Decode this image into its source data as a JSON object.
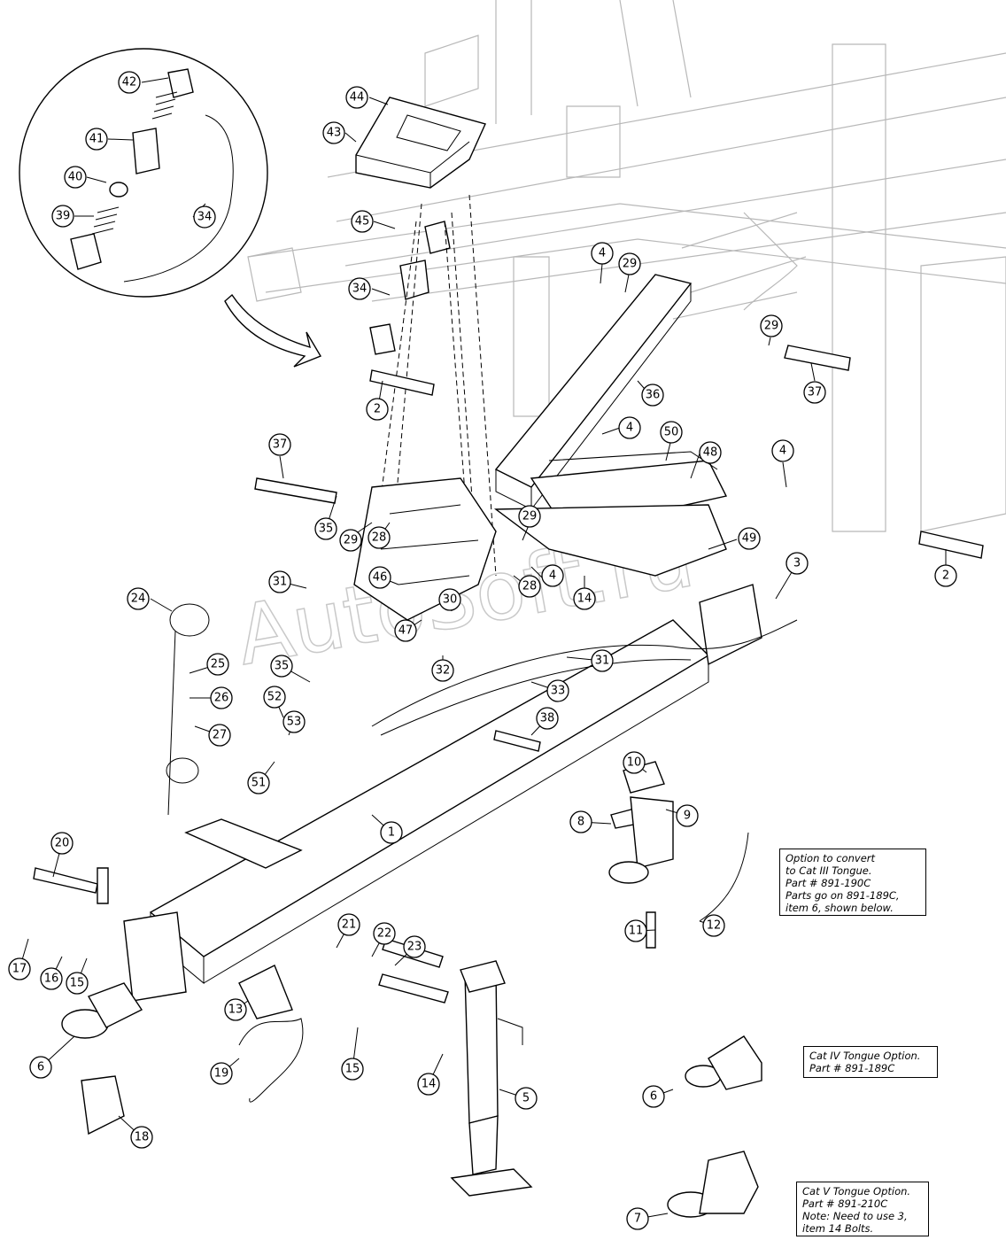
{
  "watermark": "AutoSoft.ru",
  "callouts": [
    {
      "id": "c42",
      "label": "42"
    },
    {
      "id": "c41",
      "label": "41"
    },
    {
      "id": "c40",
      "label": "40"
    },
    {
      "id": "c39",
      "label": "39"
    },
    {
      "id": "c34a",
      "label": "34"
    },
    {
      "id": "c44",
      "label": "44"
    },
    {
      "id": "c43",
      "label": "43"
    },
    {
      "id": "c45",
      "label": "45"
    },
    {
      "id": "c34b",
      "label": "34"
    },
    {
      "id": "c4a",
      "label": "4"
    },
    {
      "id": "c29a",
      "label": "29"
    },
    {
      "id": "c29b",
      "label": "29"
    },
    {
      "id": "c37a",
      "label": "37"
    },
    {
      "id": "c36",
      "label": "36"
    },
    {
      "id": "c2a",
      "label": "2"
    },
    {
      "id": "c4b",
      "label": "4"
    },
    {
      "id": "c50",
      "label": "50"
    },
    {
      "id": "c48",
      "label": "48"
    },
    {
      "id": "c37b",
      "label": "37"
    },
    {
      "id": "c4c",
      "label": "4"
    },
    {
      "id": "c35a",
      "label": "35"
    },
    {
      "id": "c29c",
      "label": "29"
    },
    {
      "id": "c28a",
      "label": "28"
    },
    {
      "id": "c29d",
      "label": "29"
    },
    {
      "id": "c49",
      "label": "49"
    },
    {
      "id": "c2b",
      "label": "2"
    },
    {
      "id": "c4d",
      "label": "4"
    },
    {
      "id": "c28b",
      "label": "28"
    },
    {
      "id": "c14a",
      "label": "14"
    },
    {
      "id": "c31a",
      "label": "31"
    },
    {
      "id": "c46",
      "label": "46"
    },
    {
      "id": "c30",
      "label": "30"
    },
    {
      "id": "c3",
      "label": "3"
    },
    {
      "id": "c24",
      "label": "24"
    },
    {
      "id": "c47",
      "label": "47"
    },
    {
      "id": "c32",
      "label": "32"
    },
    {
      "id": "c31b",
      "label": "31"
    },
    {
      "id": "c25",
      "label": "25"
    },
    {
      "id": "c35b",
      "label": "35"
    },
    {
      "id": "c33",
      "label": "33"
    },
    {
      "id": "c26",
      "label": "26"
    },
    {
      "id": "c52",
      "label": "52"
    },
    {
      "id": "c53",
      "label": "53"
    },
    {
      "id": "c27",
      "label": "27"
    },
    {
      "id": "c38",
      "label": "38"
    },
    {
      "id": "c10",
      "label": "10"
    },
    {
      "id": "c51",
      "label": "51"
    },
    {
      "id": "c8",
      "label": "8"
    },
    {
      "id": "c9",
      "label": "9"
    },
    {
      "id": "c1",
      "label": "1"
    },
    {
      "id": "c20",
      "label": "20"
    },
    {
      "id": "c12",
      "label": "12"
    },
    {
      "id": "c11",
      "label": "11"
    },
    {
      "id": "c21",
      "label": "21"
    },
    {
      "id": "c22",
      "label": "22"
    },
    {
      "id": "c23",
      "label": "23"
    },
    {
      "id": "c17",
      "label": "17"
    },
    {
      "id": "c16",
      "label": "16"
    },
    {
      "id": "c15a",
      "label": "15"
    },
    {
      "id": "c13",
      "label": "13"
    },
    {
      "id": "c6a",
      "label": "6"
    },
    {
      "id": "c19",
      "label": "19"
    },
    {
      "id": "c15b",
      "label": "15"
    },
    {
      "id": "c14b",
      "label": "14"
    },
    {
      "id": "c5",
      "label": "5"
    },
    {
      "id": "c6b",
      "label": "6"
    },
    {
      "id": "c18",
      "label": "18"
    },
    {
      "id": "c7",
      "label": "7"
    }
  ],
  "notes": {
    "cat3": [
      "Option to convert",
      "to Cat III Tongue.",
      "Part # 891-190C",
      "Parts go on 891-189C,",
      "item 6, shown below."
    ],
    "cat4": [
      "Cat IV Tongue Option.",
      "Part # 891-189C"
    ],
    "cat5": [
      "Cat V Tongue Option.",
      "Part # 891-210C",
      "Note: Need to use 3,",
      "item 14 Bolts."
    ]
  }
}
